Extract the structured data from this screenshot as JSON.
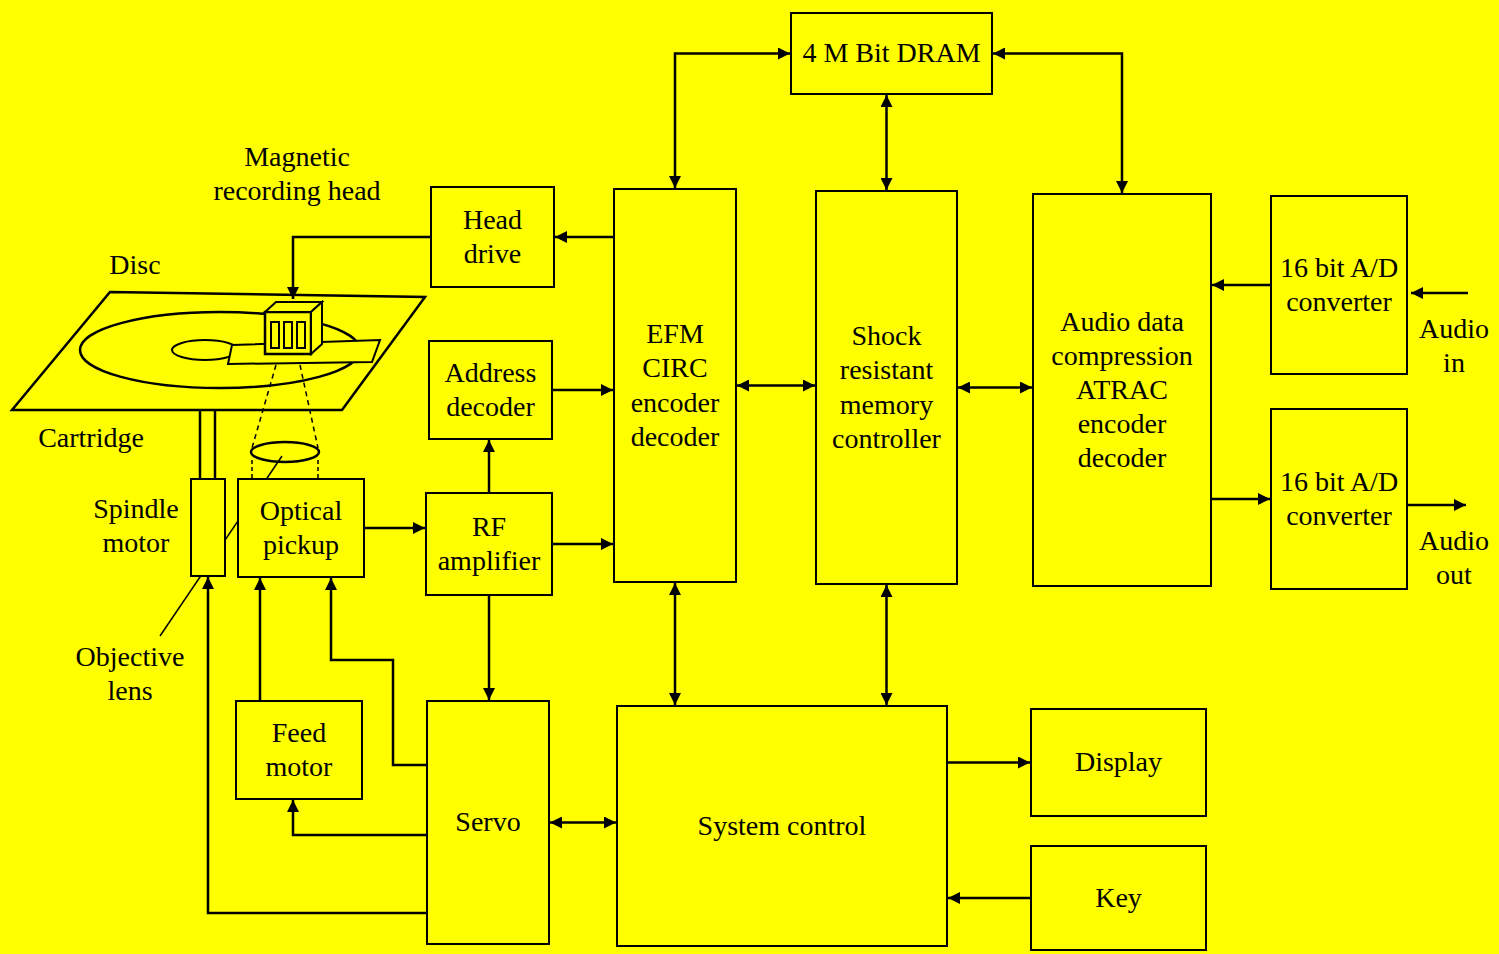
{
  "diagram": {
    "nodes": [
      {
        "text": [
          "4 M Bit DRAM"
        ]
      },
      {
        "text": [
          "Head drive"
        ]
      },
      {
        "text": [
          "EFM CIRC encoder decoder"
        ]
      },
      {
        "text": [
          "Shock resistant memory controller"
        ]
      },
      {
        "text": [
          "Audio data compression ATRAC encoder decoder"
        ]
      },
      {
        "text": [
          "16 bit A/D converter"
        ]
      },
      {
        "text": [
          "Address decoder"
        ]
      },
      {
        "text": [
          "RF amplifier"
        ]
      },
      {
        "text": [
          "Optical pickup"
        ]
      },
      {
        "text": [
          "Spindle motor"
        ]
      },
      {
        "text": [
          "16 bit A/D converter"
        ]
      },
      {
        "text": [
          "Feed motor"
        ]
      },
      {
        "text": [
          "Servo"
        ]
      },
      {
        "text": [
          "System control"
        ]
      },
      {
        "text": [
          "Display"
        ]
      },
      {
        "text": [
          "Key"
        ]
      }
    ],
    "edges": [
      {
        "from": 2,
        "to": 0,
        "arrow": "both"
      },
      {
        "from": 3,
        "to": 0,
        "arrow": "both"
      },
      {
        "from": 0,
        "to": 4,
        "arrow": "both"
      },
      {
        "from": 2,
        "to": 1,
        "arrow": "to"
      },
      {
        "from": 6,
        "to": 2,
        "arrow": "to"
      },
      {
        "from": 2,
        "to": 3,
        "arrow": "both"
      },
      {
        "from": 3,
        "to": 4,
        "arrow": "both"
      },
      {
        "from": 5,
        "to": 4,
        "arrow": "to"
      },
      {
        "from": 4,
        "to": 10,
        "arrow": "to"
      },
      {
        "from": 8,
        "to": 7,
        "arrow": "to"
      },
      {
        "from": 7,
        "to": 6,
        "arrow": "to"
      },
      {
        "from": 7,
        "to": 2,
        "arrow": "to"
      },
      {
        "from": 7,
        "to": 12,
        "arrow": "to"
      },
      {
        "from": 2,
        "to": 13,
        "arrow": "both"
      },
      {
        "from": 3,
        "to": 13,
        "arrow": "both"
      },
      {
        "from": 12,
        "to": 13,
        "arrow": "both"
      },
      {
        "from": 13,
        "to": 14,
        "arrow": "to"
      },
      {
        "from": 15,
        "to": 13,
        "arrow": "to"
      },
      {
        "from": 12,
        "to": 8,
        "arrow": "to"
      },
      {
        "from": 11,
        "to": 8,
        "arrow": "to"
      },
      {
        "from": 12,
        "to": 11,
        "arrow": "to"
      },
      {
        "from": 12,
        "to": 9,
        "arrow": "to"
      }
    ],
    "labels": [
      "Magnetic recording head",
      "Disc",
      "Cartridge",
      "Objective lens",
      "Audio in",
      "Audio out"
    ]
  }
}
